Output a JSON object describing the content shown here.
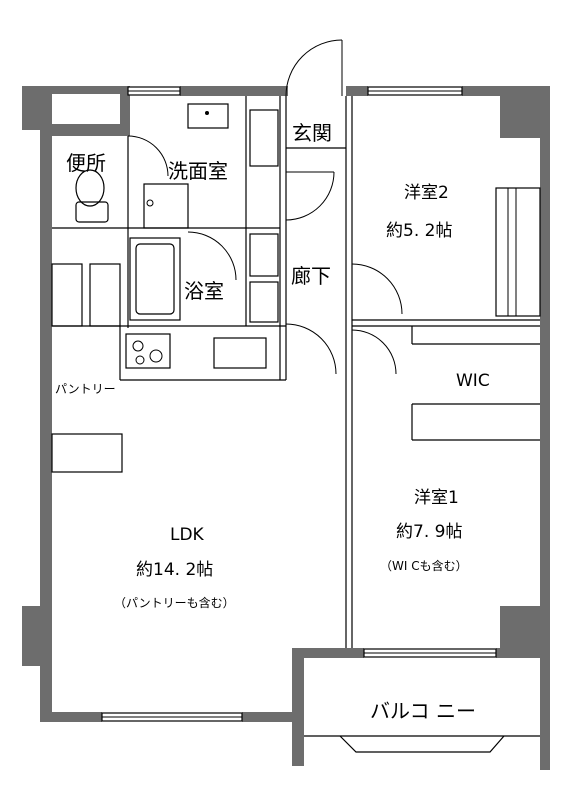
{
  "rooms": {
    "toilet": "便所",
    "washroom": "洗面室",
    "bath": "浴室",
    "entrance": "玄関",
    "hallway": "廊下",
    "pantry": "パントリー",
    "ldk_name": "LDK",
    "ldk_size": "約14. 2帖",
    "ldk_note": "（パントリーも含む）",
    "bedroom2_name": "洋室2",
    "bedroom2_size": "約5. 2帖",
    "wic": "WIC",
    "bedroom1_name": "洋室1",
    "bedroom1_size": "約7. 9帖",
    "bedroom1_note": "（WI Cも含む）",
    "balcony": "バルコ ニー"
  },
  "colors": {
    "wall": "#6d6d6d",
    "line": "#000000",
    "background": "#ffffff"
  }
}
